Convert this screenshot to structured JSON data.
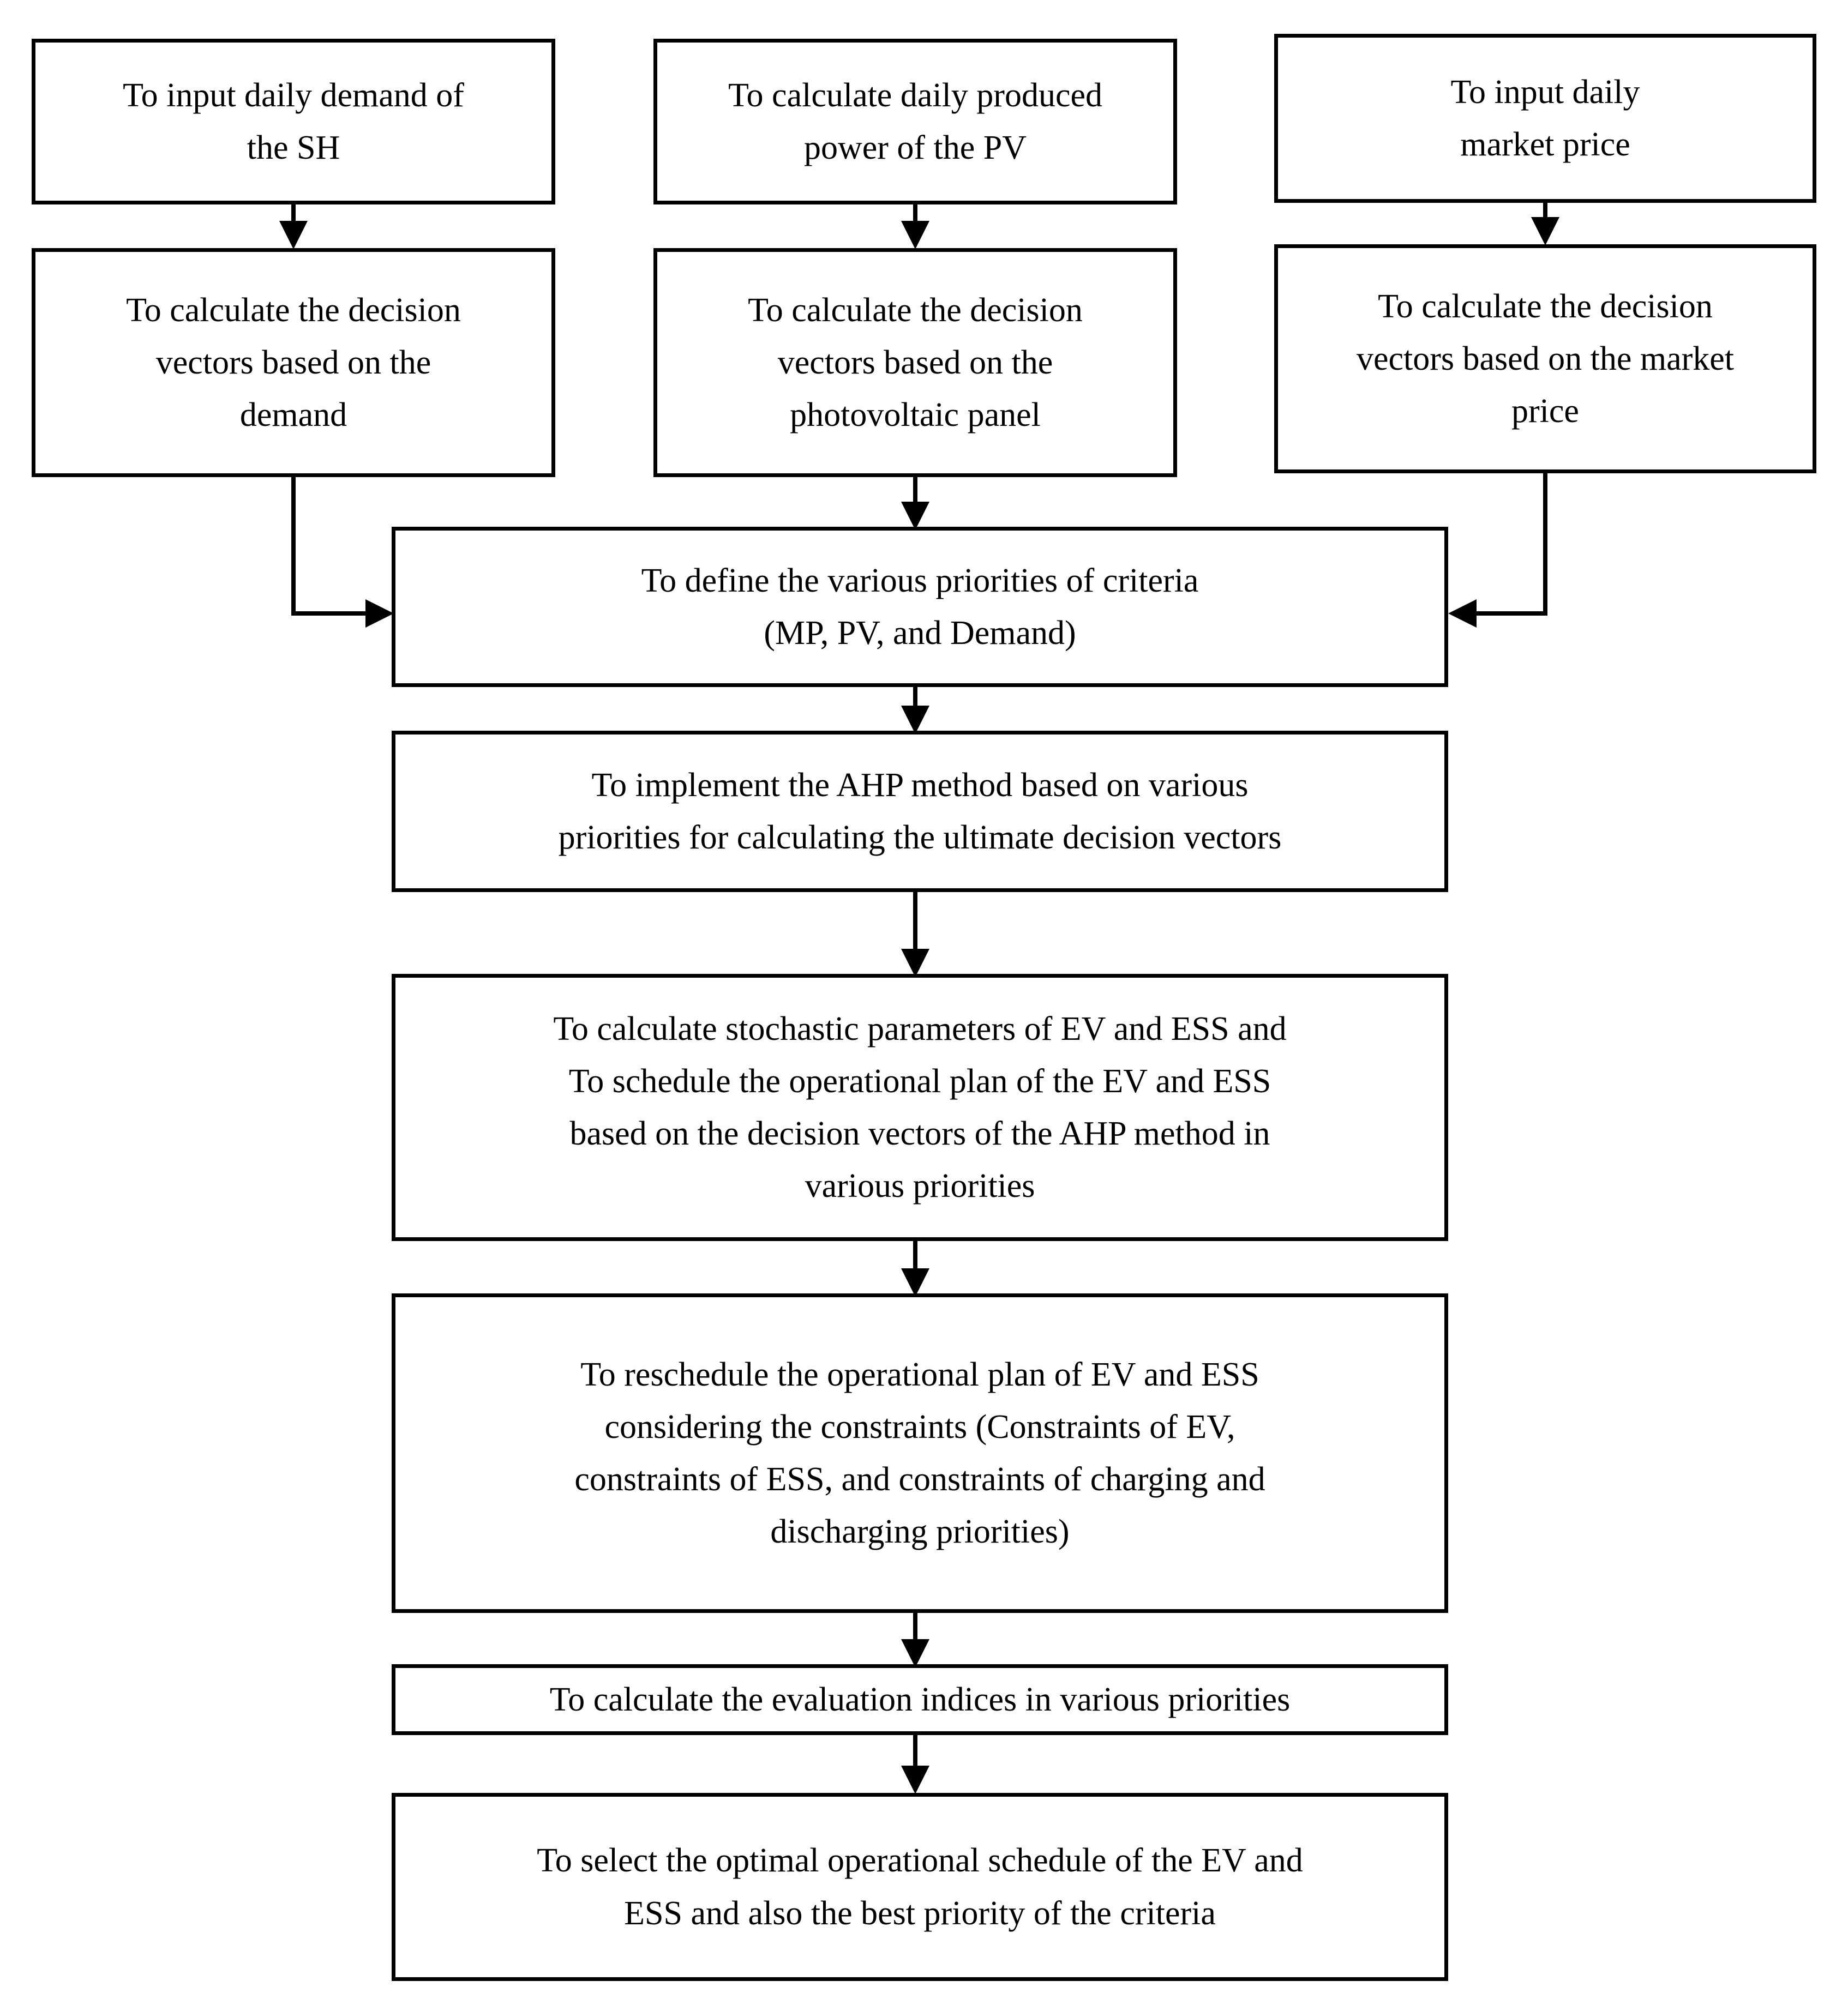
{
  "diagram": {
    "title": "Flowchart of the AHP-based EV and ESS scheduling methodology",
    "colors": {
      "stroke": "#000000",
      "fill": "#ffffff",
      "text": "#000000"
    },
    "nodes": {
      "input_demand": "To input daily demand of\nthe SH",
      "calc_pv_power": "To calculate daily produced\npower of the PV",
      "input_market_price": "To input daily\nmarket price",
      "dv_demand": "To calculate the decision\nvectors based on the\ndemand",
      "dv_pv": "To calculate the decision\nvectors based on the\nphotovoltaic panel",
      "dv_price": "To calculate the decision\nvectors based on the market\nprice",
      "define_priorities": "To define the various priorities of criteria\n(MP, PV, and Demand)",
      "implement_ahp": "To implement the AHP method based on various\npriorities for calculating the ultimate decision vectors",
      "stochastic_schedule": "To calculate stochastic parameters of EV and ESS and\nTo schedule the operational plan of the EV and ESS\nbased on the decision vectors of the AHP method in\nvarious priorities",
      "reschedule": "To reschedule the operational plan of EV and ESS\nconsidering the constraints (Constraints of EV,\nconstraints of ESS, and constraints of charging and\ndischarging priorities)",
      "evaluation_indices": "To calculate the evaluation indices in various priorities",
      "select_optimal": "To select the optimal operational schedule of the EV and\nESS and also the best priority of the criteria"
    },
    "edges": [
      {
        "from": "input_demand",
        "to": "dv_demand",
        "style": "straight-down"
      },
      {
        "from": "calc_pv_power",
        "to": "dv_pv",
        "style": "straight-down"
      },
      {
        "from": "input_market_price",
        "to": "dv_price",
        "style": "straight-down"
      },
      {
        "from": "dv_demand",
        "to": "define_priorities",
        "style": "elbow-right"
      },
      {
        "from": "dv_pv",
        "to": "define_priorities",
        "style": "straight-down"
      },
      {
        "from": "dv_price",
        "to": "define_priorities",
        "style": "elbow-left"
      },
      {
        "from": "define_priorities",
        "to": "implement_ahp",
        "style": "straight-down"
      },
      {
        "from": "implement_ahp",
        "to": "stochastic_schedule",
        "style": "straight-down"
      },
      {
        "from": "stochastic_schedule",
        "to": "reschedule",
        "style": "straight-down"
      },
      {
        "from": "reschedule",
        "to": "evaluation_indices",
        "style": "straight-down"
      },
      {
        "from": "evaluation_indices",
        "to": "select_optimal",
        "style": "straight-down"
      }
    ]
  }
}
